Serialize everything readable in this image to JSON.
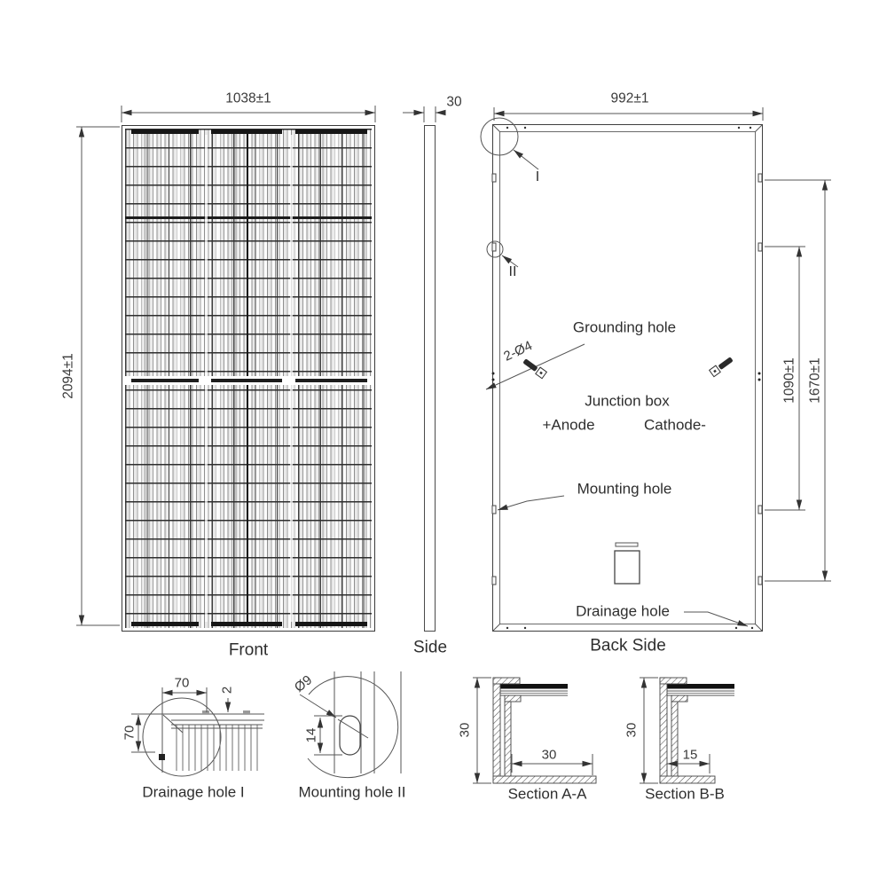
{
  "views": {
    "front": {
      "label": "Front",
      "dim_width": "1038±1",
      "dim_height": "2094±1"
    },
    "side": {
      "label": "Side",
      "dim_thickness": "30"
    },
    "back": {
      "label": "Back Side",
      "dim_width": "992±1",
      "dim_mount_span": "1090±1",
      "dim_outer_span": "1670±1",
      "grounding_spec": "2-Ø4",
      "detail_i": "I",
      "detail_ii": "II",
      "ann": {
        "grounding": "Grounding hole",
        "junction": "Junction box",
        "anode": "+Anode",
        "cathode": "Cathode-",
        "mounting": "Mounting hole",
        "drainage": "Drainage hole"
      }
    }
  },
  "details": {
    "drainage": {
      "label": "Drainage hole I",
      "dim_w": "70",
      "dim_h": "70",
      "dim_gap": "2"
    },
    "mounting": {
      "label": "Mounting hole II",
      "dim_dia": "Ø9",
      "dim_len": "14"
    },
    "section_a": {
      "label": "Section A-A",
      "dim_h": "30",
      "dim_w": "30"
    },
    "section_b": {
      "label": "Section B-B",
      "dim_h": "30",
      "dim_w": "15"
    }
  },
  "colors": {
    "line": "#555555",
    "dark": "#161616",
    "text": "#2e2e2e"
  }
}
